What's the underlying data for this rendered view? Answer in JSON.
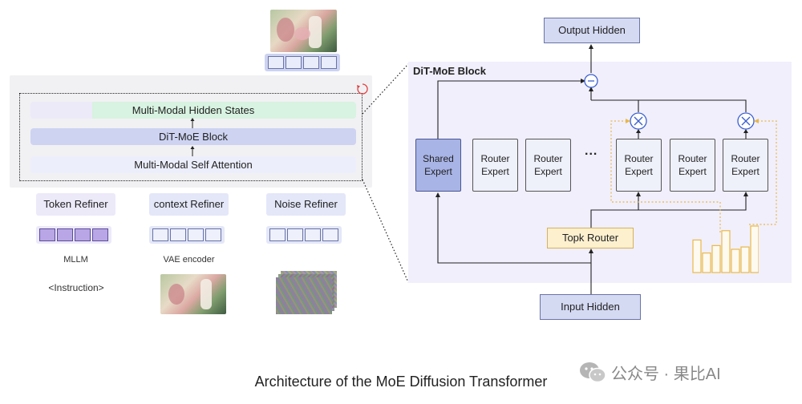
{
  "left": {
    "hidden_states": "Multi-Modal Hidden States",
    "dit_block": "DiT-MoE Block",
    "self_attention": "Multi-Modal  Self  Attention",
    "refiners": [
      {
        "label": "Token Refiner",
        "source": "MLLM",
        "input": "<Instruction>"
      },
      {
        "label": "context Refiner",
        "source": "VAE encoder",
        "input": ""
      },
      {
        "label": "Noise Refiner",
        "source": "",
        "input": ""
      }
    ]
  },
  "right": {
    "block_title": "DiT-MoE Block",
    "output": "Output Hidden",
    "input": "Input Hidden",
    "router": "Topk Router",
    "shared_expert": "Shared\nExpert",
    "ellipsis": "...",
    "router_experts": [
      "Router\nExpert",
      "Router\nExpert",
      "Router\nExpert",
      "Router\nExpert",
      "Router\nExpert"
    ],
    "router_bars": [
      0.7,
      0.42,
      0.58,
      0.9,
      0.5,
      0.55,
      1.0
    ]
  },
  "caption": "Architecture of the MoE Diffusion Transformer",
  "watermark": "公众号 · 果比AI",
  "colors": {
    "lavender": "#ece9f9",
    "block_blue": "#cdd3f1",
    "green": "#d8f3e1",
    "gold": "#e8b84a",
    "router_fill": "#fdf0cf"
  }
}
